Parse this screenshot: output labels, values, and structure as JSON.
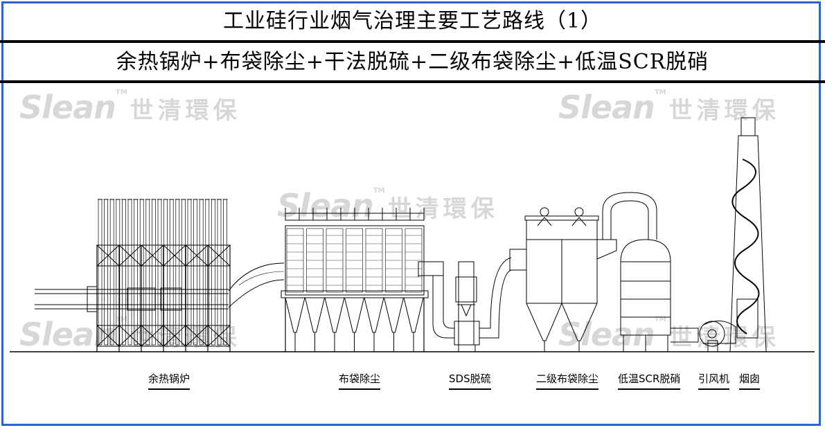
{
  "header": {
    "title": "工业硅行业烟气治理主要工艺路线（1）",
    "subtitle": "余热锅炉+布袋除尘+干法脱硫+二级布袋除尘+低温SCR脱硝"
  },
  "watermark": {
    "brand": "Slean",
    "tm": "TM",
    "chinese": "世清環保"
  },
  "equipment_labels": [
    "余热锅炉",
    "布袋除尘",
    "SDS脱硫",
    "二级布袋除尘",
    "低温SCR脱硝",
    "引风机",
    "烟囱"
  ],
  "colors": {
    "frame": "#2f63c9",
    "line": "#000000",
    "watermark": "#d7d7d7"
  }
}
